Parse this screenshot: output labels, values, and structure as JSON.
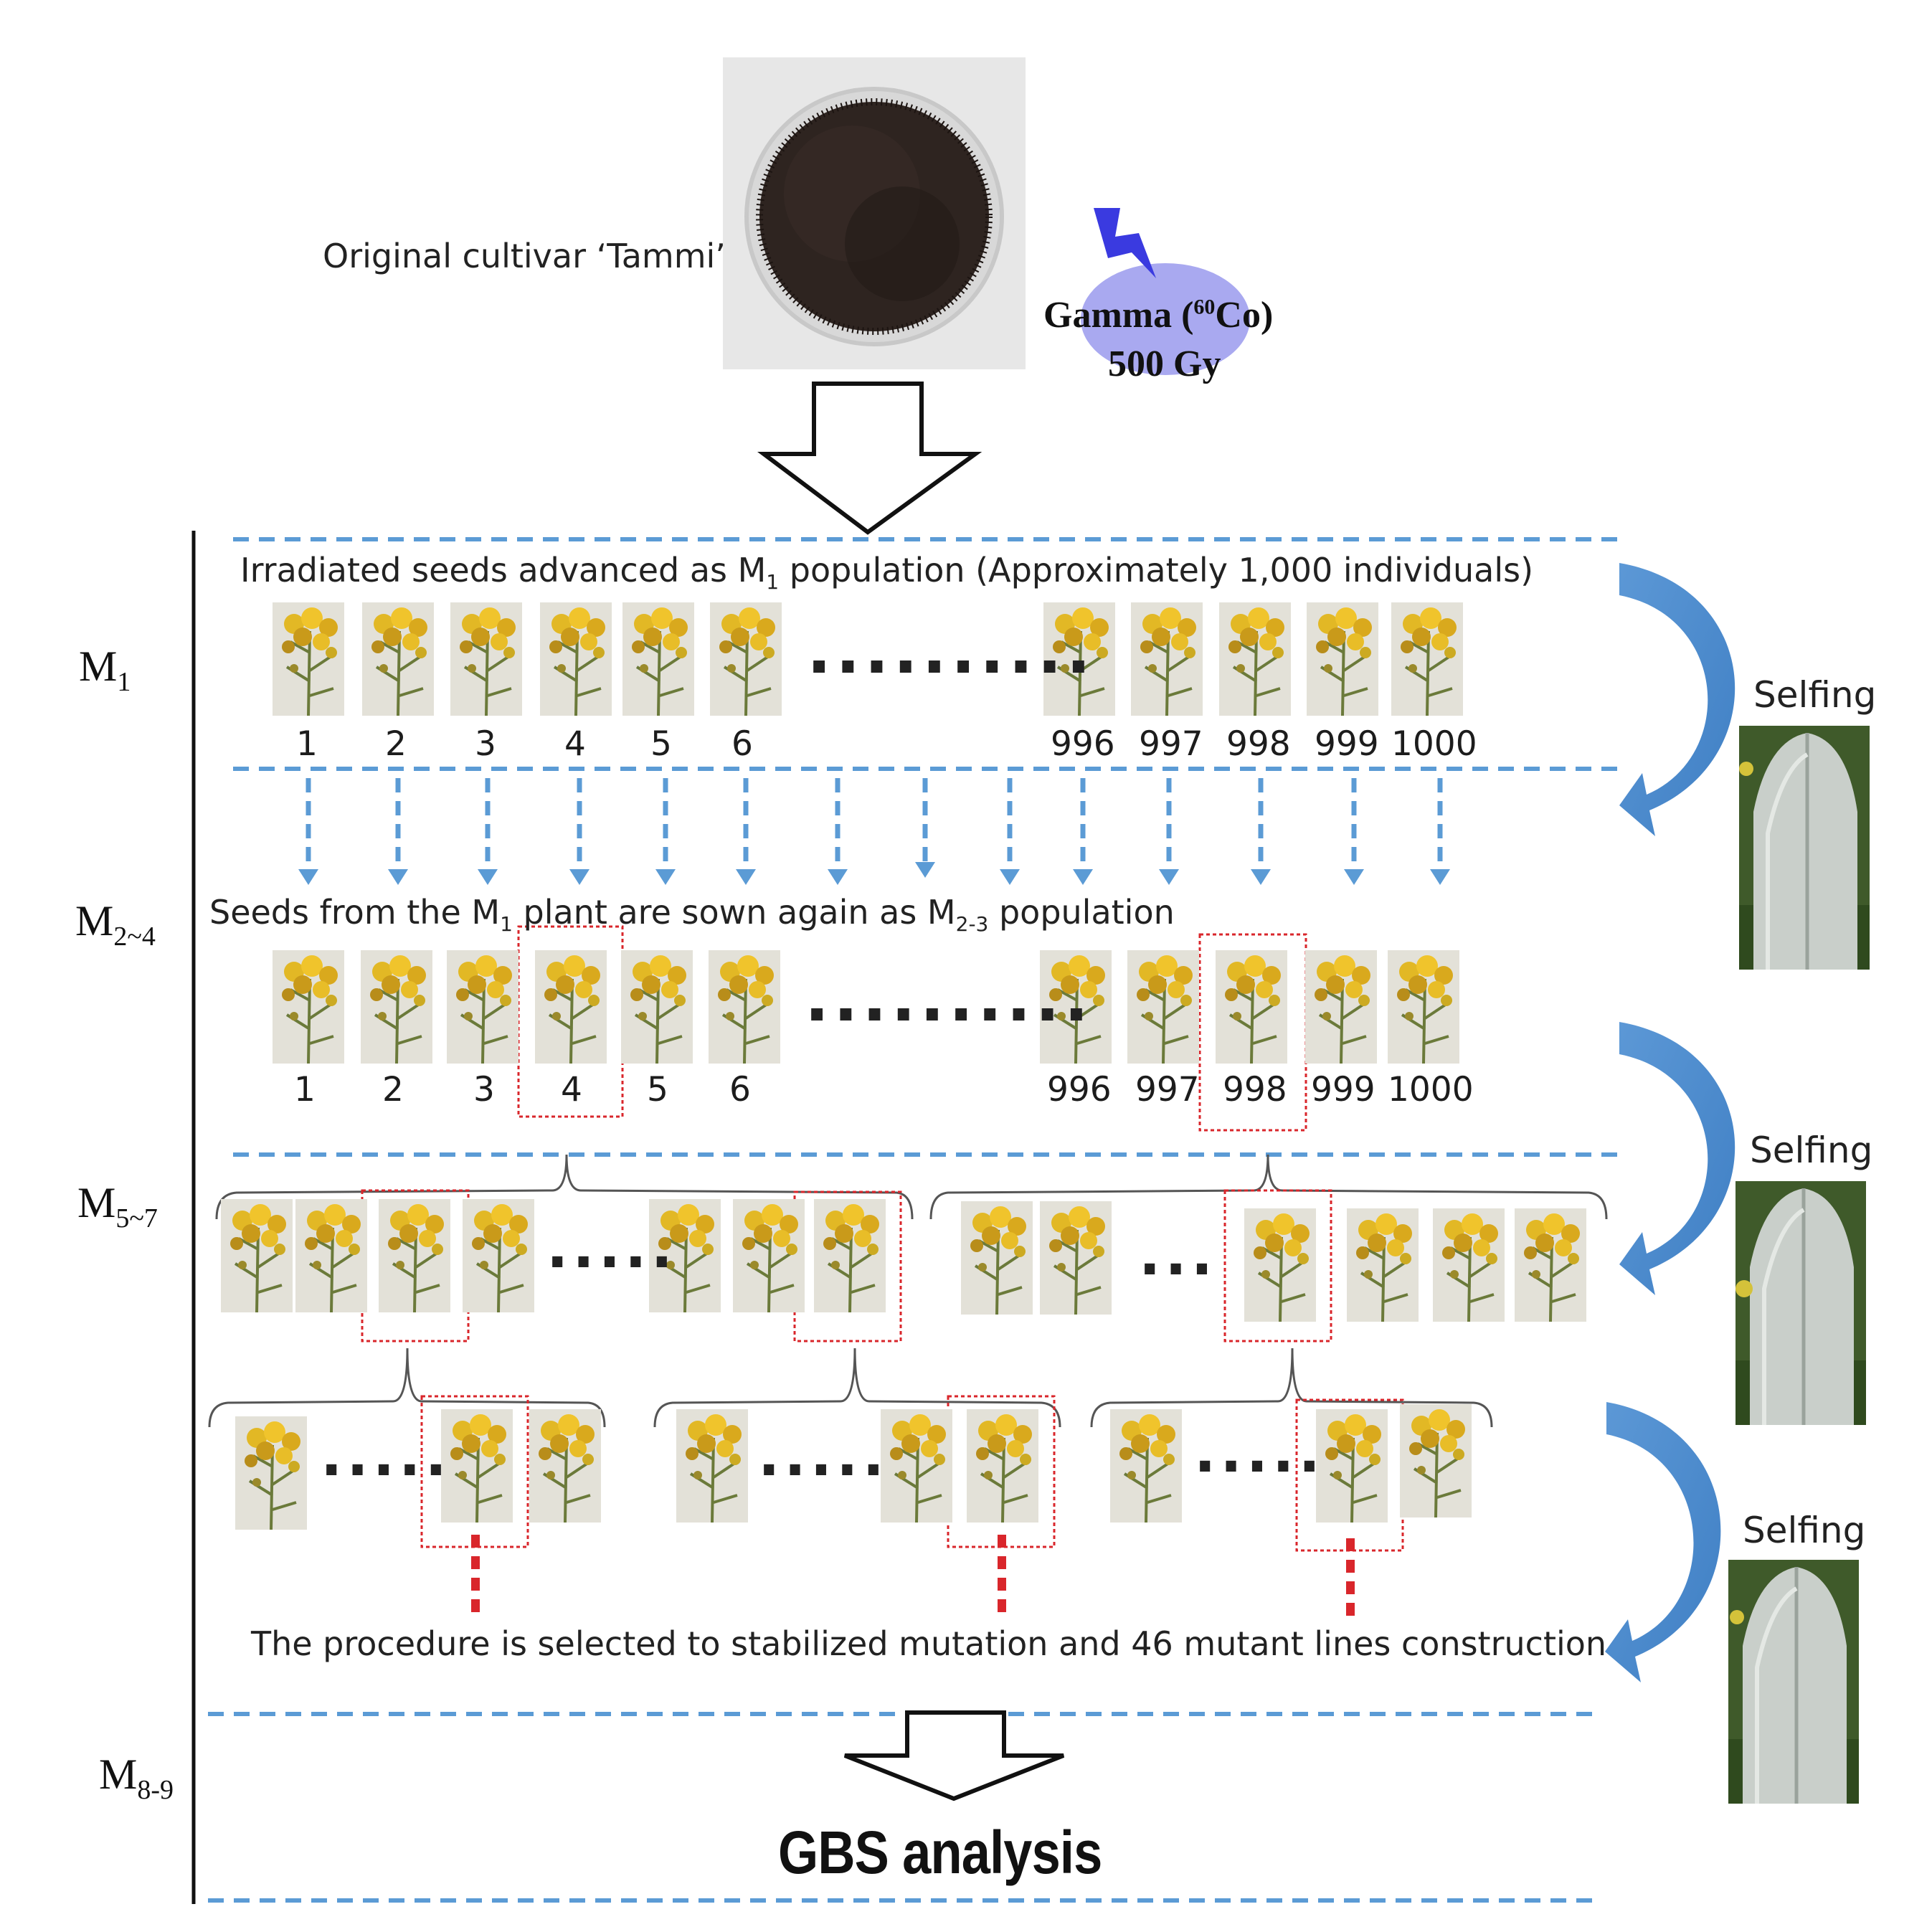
{
  "header": {
    "original_cultivar": "Original cultivar ‘Tammi’",
    "gamma_line1": "Gamma (",
    "gamma_iso": "60",
    "gamma_co": "Co)",
    "gamma_dose": "500 Gy"
  },
  "generations": {
    "m1": {
      "base": "M",
      "sub": "1"
    },
    "m2": {
      "base": "M",
      "sub": "2~4"
    },
    "m5": {
      "base": "M",
      "sub": "5~7"
    },
    "m8": {
      "base": "M",
      "sub": "8-9"
    }
  },
  "m1_text": {
    "pre": "Irradiated seeds advanced as M",
    "sub": "1",
    "post": " population (Approximately 1,000 individuals)"
  },
  "m2_text": {
    "pre": "Seeds from the M",
    "sub1": "1",
    "mid": " plant are sown again as M",
    "sub2": "2-3",
    "post": " population"
  },
  "numbers_left": [
    "1",
    "2",
    "3",
    "4",
    "5",
    "6"
  ],
  "numbers_right": [
    "996",
    "997",
    "998",
    "999",
    "1000"
  ],
  "dots_long": "..........",
  "dots_medium": ".....",
  "dots_short": "...",
  "selfing": "Selfing",
  "procedure_text": "The procedure is selected to stabilized mutation and 46 mutant lines construction",
  "gbs": "GBS analysis",
  "colors": {
    "dashed_blue": "#5b9bd5",
    "curved_arrow": "#4f8fd0",
    "red_selection": "#d9262b",
    "gamma_ellipse": "#a9a9f0",
    "lightning": "#3a3ae0"
  }
}
